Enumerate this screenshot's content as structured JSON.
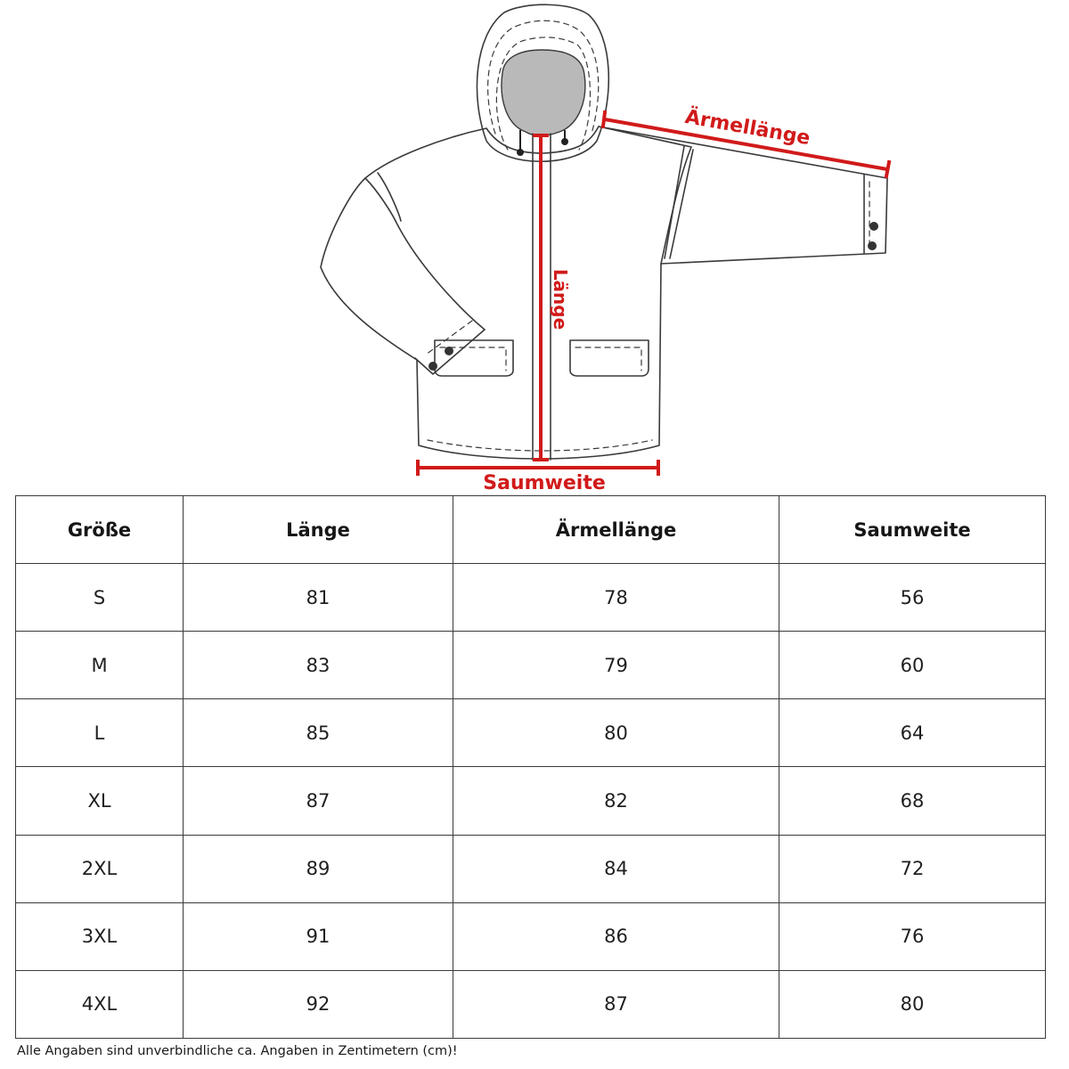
{
  "diagram": {
    "label_sleeve": "Ärmellänge",
    "label_length": "Länge",
    "label_hem": "Saumweite",
    "accent_color": "#d11a1a"
  },
  "table": {
    "headers": [
      "Größe",
      "Länge",
      "Ärmellänge",
      "Saumweite"
    ],
    "rows": [
      [
        "S",
        "81",
        "78",
        "56"
      ],
      [
        "M",
        "83",
        "79",
        "60"
      ],
      [
        "L",
        "85",
        "80",
        "64"
      ],
      [
        "XL",
        "87",
        "82",
        "68"
      ],
      [
        "2XL",
        "89",
        "84",
        "72"
      ],
      [
        "3XL",
        "91",
        "86",
        "76"
      ],
      [
        "4XL",
        "92",
        "87",
        "80"
      ]
    ]
  },
  "footnote": "Alle Angaben sind unverbindliche ca. Angaben in Zentimetern (cm)!"
}
